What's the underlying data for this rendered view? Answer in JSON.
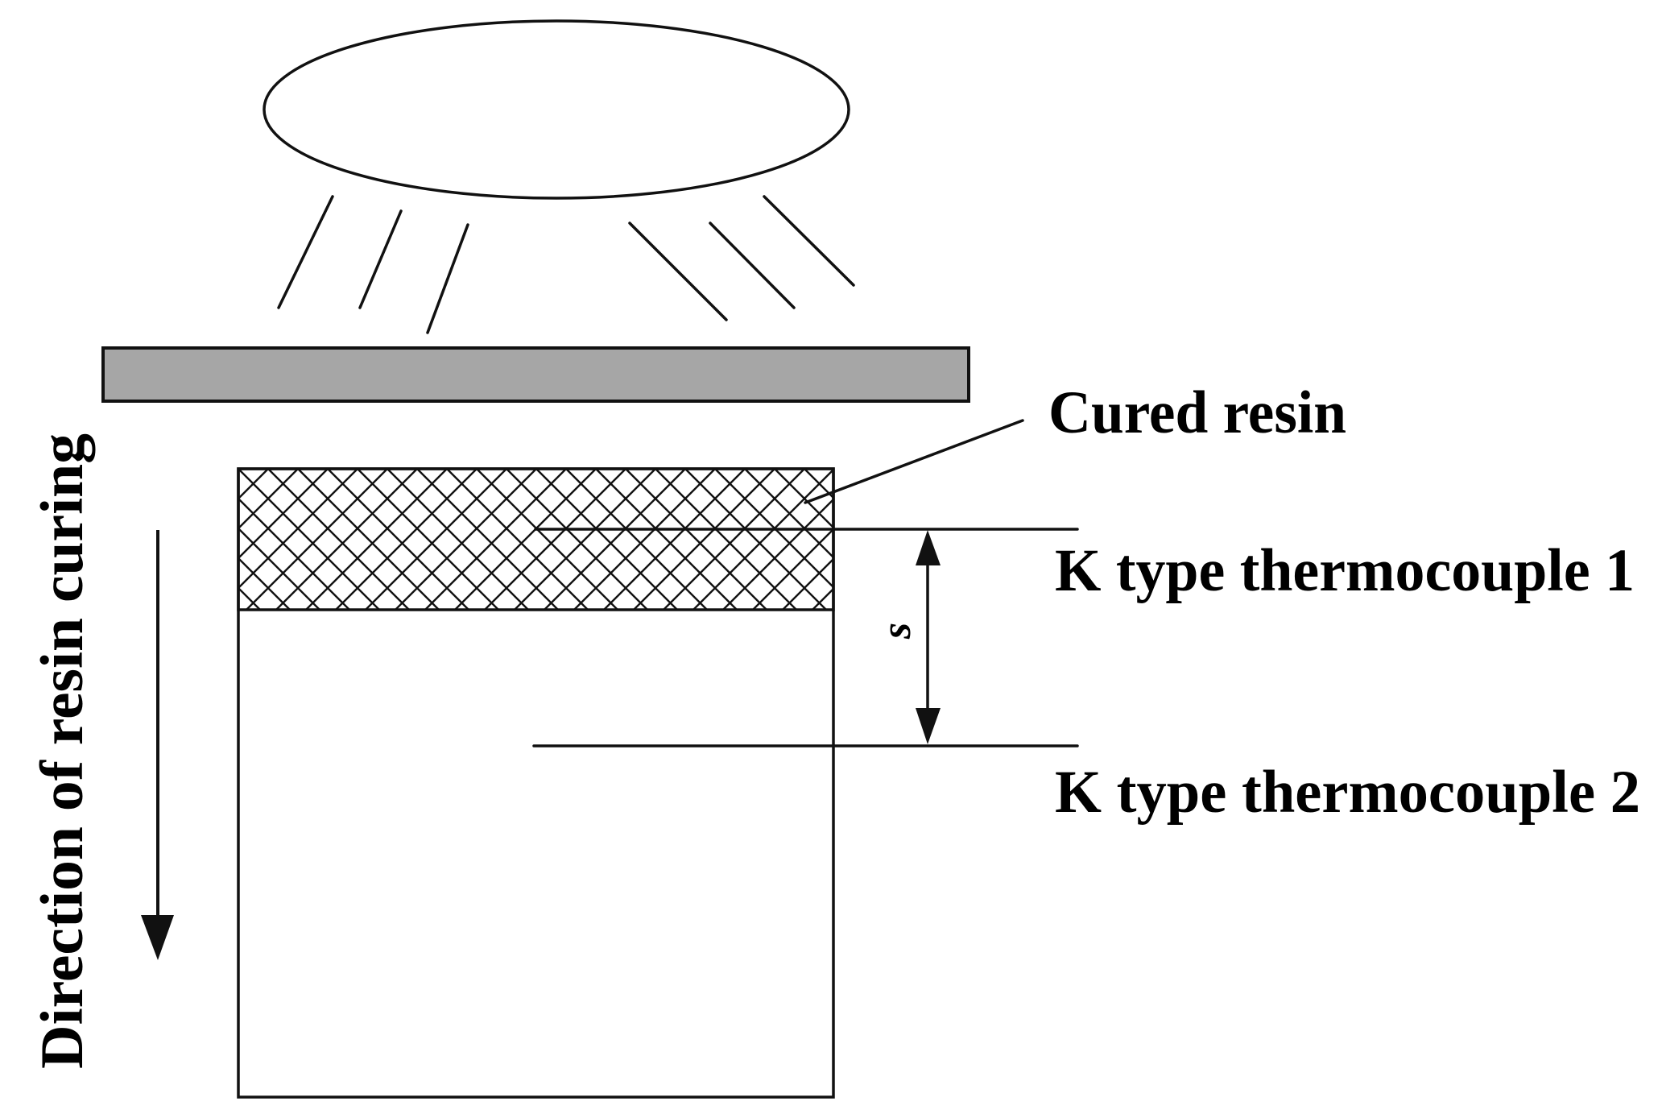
{
  "diagram": {
    "title": "Experimental setup for measuring photo-curing of resin",
    "labels": {
      "cured_resin": "Cured resin",
      "thermocouple_1": "K type thermocouple 1",
      "thermocouple_2": "K type thermocouple 2",
      "distance_symbol": "s",
      "curing_direction": "Direction of resin curing"
    },
    "components": [
      {
        "id": "light-source",
        "shape": "ellipse",
        "description": "Light source emitting rays"
      },
      {
        "id": "light-rays",
        "shape": "lines",
        "count": 6
      },
      {
        "id": "transparent-plate",
        "shape": "rectangle",
        "fill": "#a6a6a6"
      },
      {
        "id": "resin-container",
        "shape": "rectangle"
      },
      {
        "id": "cured-resin-layer",
        "shape": "cross-hatched rectangle"
      },
      {
        "id": "thermocouple-1",
        "shape": "line"
      },
      {
        "id": "thermocouple-2",
        "shape": "line"
      },
      {
        "id": "distance-arrow",
        "shape": "double-headed arrow",
        "label": "s"
      },
      {
        "id": "curing-direction-arrow",
        "shape": "downward arrow"
      }
    ],
    "colors": {
      "line": "#111111",
      "plate_fill": "#a6a6a6",
      "background": "#ffffff"
    }
  }
}
